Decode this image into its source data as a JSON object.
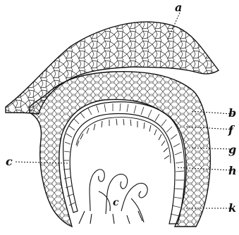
{
  "figure": {
    "labels": {
      "a": "a",
      "b": "b",
      "f": "f",
      "g": "g",
      "h": "h",
      "k": "k",
      "c_left": "c",
      "c_inner": "c"
    },
    "colors": {
      "ink": "#111111",
      "paper": "#ffffff"
    }
  }
}
